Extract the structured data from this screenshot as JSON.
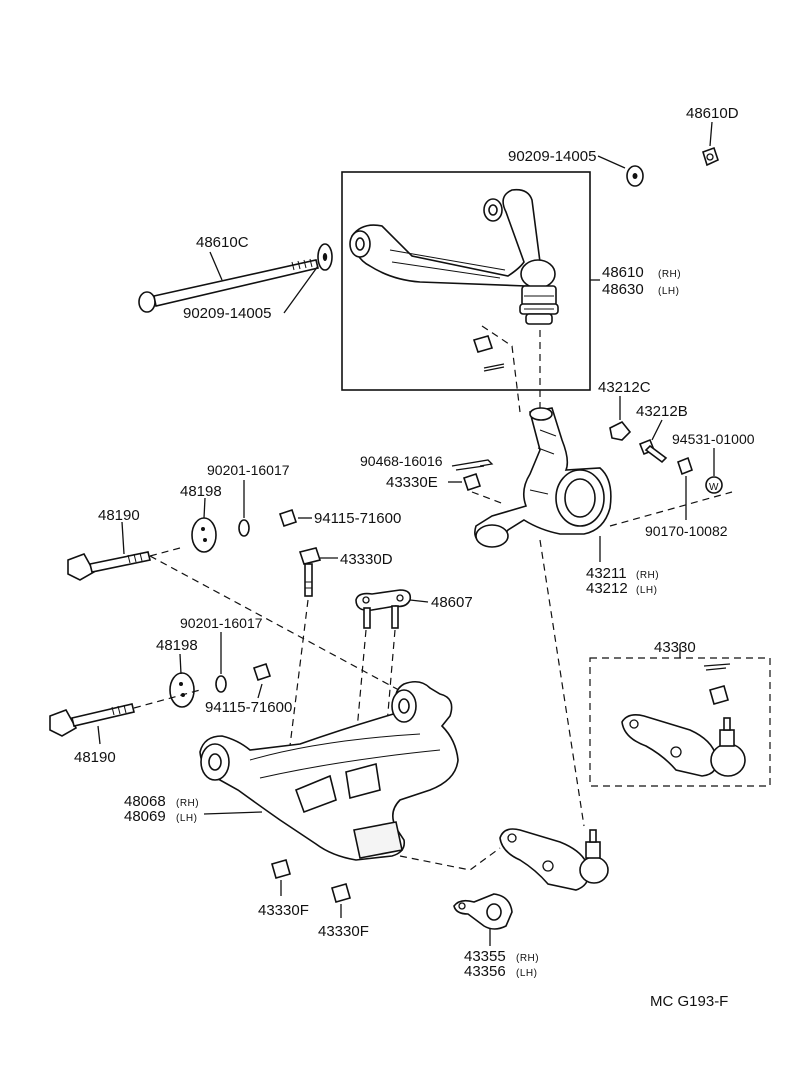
{
  "diagram_code": "MC G193-F",
  "labels": {
    "l_48610D": "48610D",
    "l_90209_top": "90209-14005",
    "l_48610C": "48610C",
    "l_90209_left": "90209-14005",
    "l_48610": "48610",
    "l_48630": "48630",
    "rh": "(RH)",
    "lh": "(LH)",
    "l_43212C": "43212C",
    "l_43212B": "43212B",
    "l_94531": "94531-01000",
    "l_90468": "90468-16016",
    "l_43330E": "43330E",
    "l_90201_a": "90201-16017",
    "l_48198_a": "48198",
    "l_48190_a": "48190",
    "l_94115_a": "94115-71600",
    "l_43330D": "43330D",
    "l_90170": "90170-10082",
    "l_43211": "43211",
    "l_43212": "43212",
    "l_48607": "48607",
    "l_90201_b": "90201-16017",
    "l_48198_b": "48198",
    "l_94115_b": "94115-71600",
    "l_48190_b": "48190",
    "l_43330": "43330",
    "l_48068": "48068",
    "l_48069": "48069",
    "l_43330F_a": "43330F",
    "l_43330F_b": "43330F",
    "l_43355": "43355",
    "l_43356": "43356"
  },
  "washer_mark": "W"
}
